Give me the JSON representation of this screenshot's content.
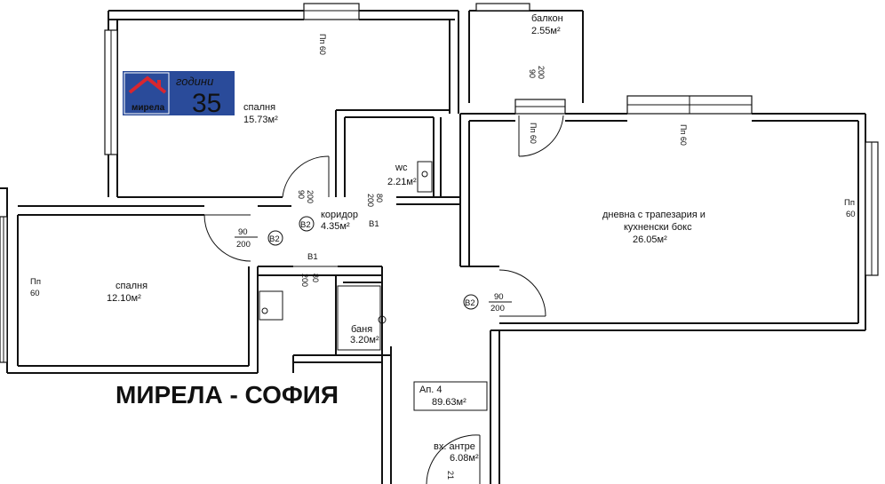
{
  "watermark": {
    "city_text": "МИРЕЛА - СОФИЯ",
    "color": "#c87c78"
  },
  "logo": {
    "brand": "мирела",
    "years_word": "години",
    "years_number": "35",
    "bg_color": "#2a4b9a",
    "accent_color": "#d8262f"
  },
  "rooms": [
    {
      "id": "bedroom-1",
      "name": "спалня",
      "area": "15.73м²"
    },
    {
      "id": "bedroom-2",
      "name": "спалня",
      "area": "12.10м²"
    },
    {
      "id": "balcony",
      "name": "балкон",
      "area": "2.55м²"
    },
    {
      "id": "wc",
      "name": "wc",
      "area": "2.21м²"
    },
    {
      "id": "corridor",
      "name": "коридор",
      "area": "4.35м²"
    },
    {
      "id": "living",
      "name": "дневна с трапезария и кухненски бокс",
      "name_line1": "дневна с трапезария и",
      "name_line2": "кухненски бокс",
      "area": "26.05м²"
    },
    {
      "id": "bathroom",
      "name": "баня",
      "area": "3.20м²"
    },
    {
      "id": "entrance",
      "name": "вх. антре",
      "area": "6.08м²"
    }
  ],
  "apartment": {
    "label": "Ап. 4",
    "area": "89.63м²"
  },
  "windows": [
    {
      "label": "Пп",
      "size": "60"
    },
    {
      "label": "Пп",
      "size": "60"
    },
    {
      "label": "Пп",
      "size": "60"
    },
    {
      "label": "Пп",
      "size": "60"
    },
    {
      "label": "Пп",
      "size": "60"
    }
  ],
  "doors": [
    {
      "type": "B2",
      "width": "90",
      "height": "200"
    },
    {
      "type": "B2",
      "width": "90",
      "height": "200"
    },
    {
      "type": "B2",
      "width": "90",
      "height": "200"
    },
    {
      "type": "B1",
      "width": "80",
      "height": "200"
    },
    {
      "type": "B1",
      "width": "80",
      "height": "200"
    },
    {
      "type": "",
      "width": "90",
      "height": "200"
    },
    {
      "type": "",
      "width": "",
      "height": "21"
    }
  ]
}
